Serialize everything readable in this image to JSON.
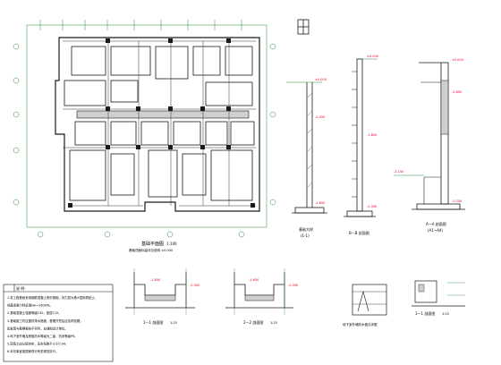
{
  "drawing": {
    "plan": {
      "title": "基础平面图",
      "scale": "1:100",
      "note": "基础顶面标高详见说明 ±0.000"
    },
    "section_main": {
      "title": "基础大样",
      "tag": "(1-1)"
    },
    "section_b": {
      "title": "B—B 剖面图"
    },
    "section_a": {
      "title": "A—A 剖面图",
      "tag": "(A1~A4)"
    },
    "section_11": {
      "title": "1—1 剖面图",
      "ratio": "1:25"
    },
    "section_22": {
      "title": "2—2 剖面图",
      "ratio": "1:25"
    },
    "detail_left": {
      "title": "地下室外墙防水做法详图"
    },
    "detail_right": {
      "title": "1—1 剖面图",
      "ratio": "1:25"
    },
    "notes": {
      "heading": "说 明:",
      "lines": [
        "1.本工程基础采用钢筋混凝土条形基础，持力层为第③层粉质粘土，",
        "  地基承载力特征值fak=160kPa。",
        "2.基础混凝土强度等级C30，垫层C15。",
        "3.基础施工时应做好排水措施，基槽开挖后应及时验槽，",
        "  如发现与勘察报告不符时，应通知设计单位。",
        "4.地下室外墙及底板防水等级为二级，抗渗等级P6。",
        "5.回填土应分层夯实，压实系数不小于0.94。",
        "6.未尽事宜按国家现行有关规范执行。"
      ]
    },
    "levels": {
      "l1": "-1.650",
      "l2": "-2.300",
      "l3": "±0.000",
      "l4": "-0.450",
      "l5": "-3.250",
      "l6": "-2.150",
      "l7": "-1.800",
      "l8": "-0.600"
    }
  },
  "colors": {
    "line": "#1a1a1a",
    "accent": "#e0001a",
    "dim": "#2a8c3a",
    "hatch": "#555555"
  }
}
